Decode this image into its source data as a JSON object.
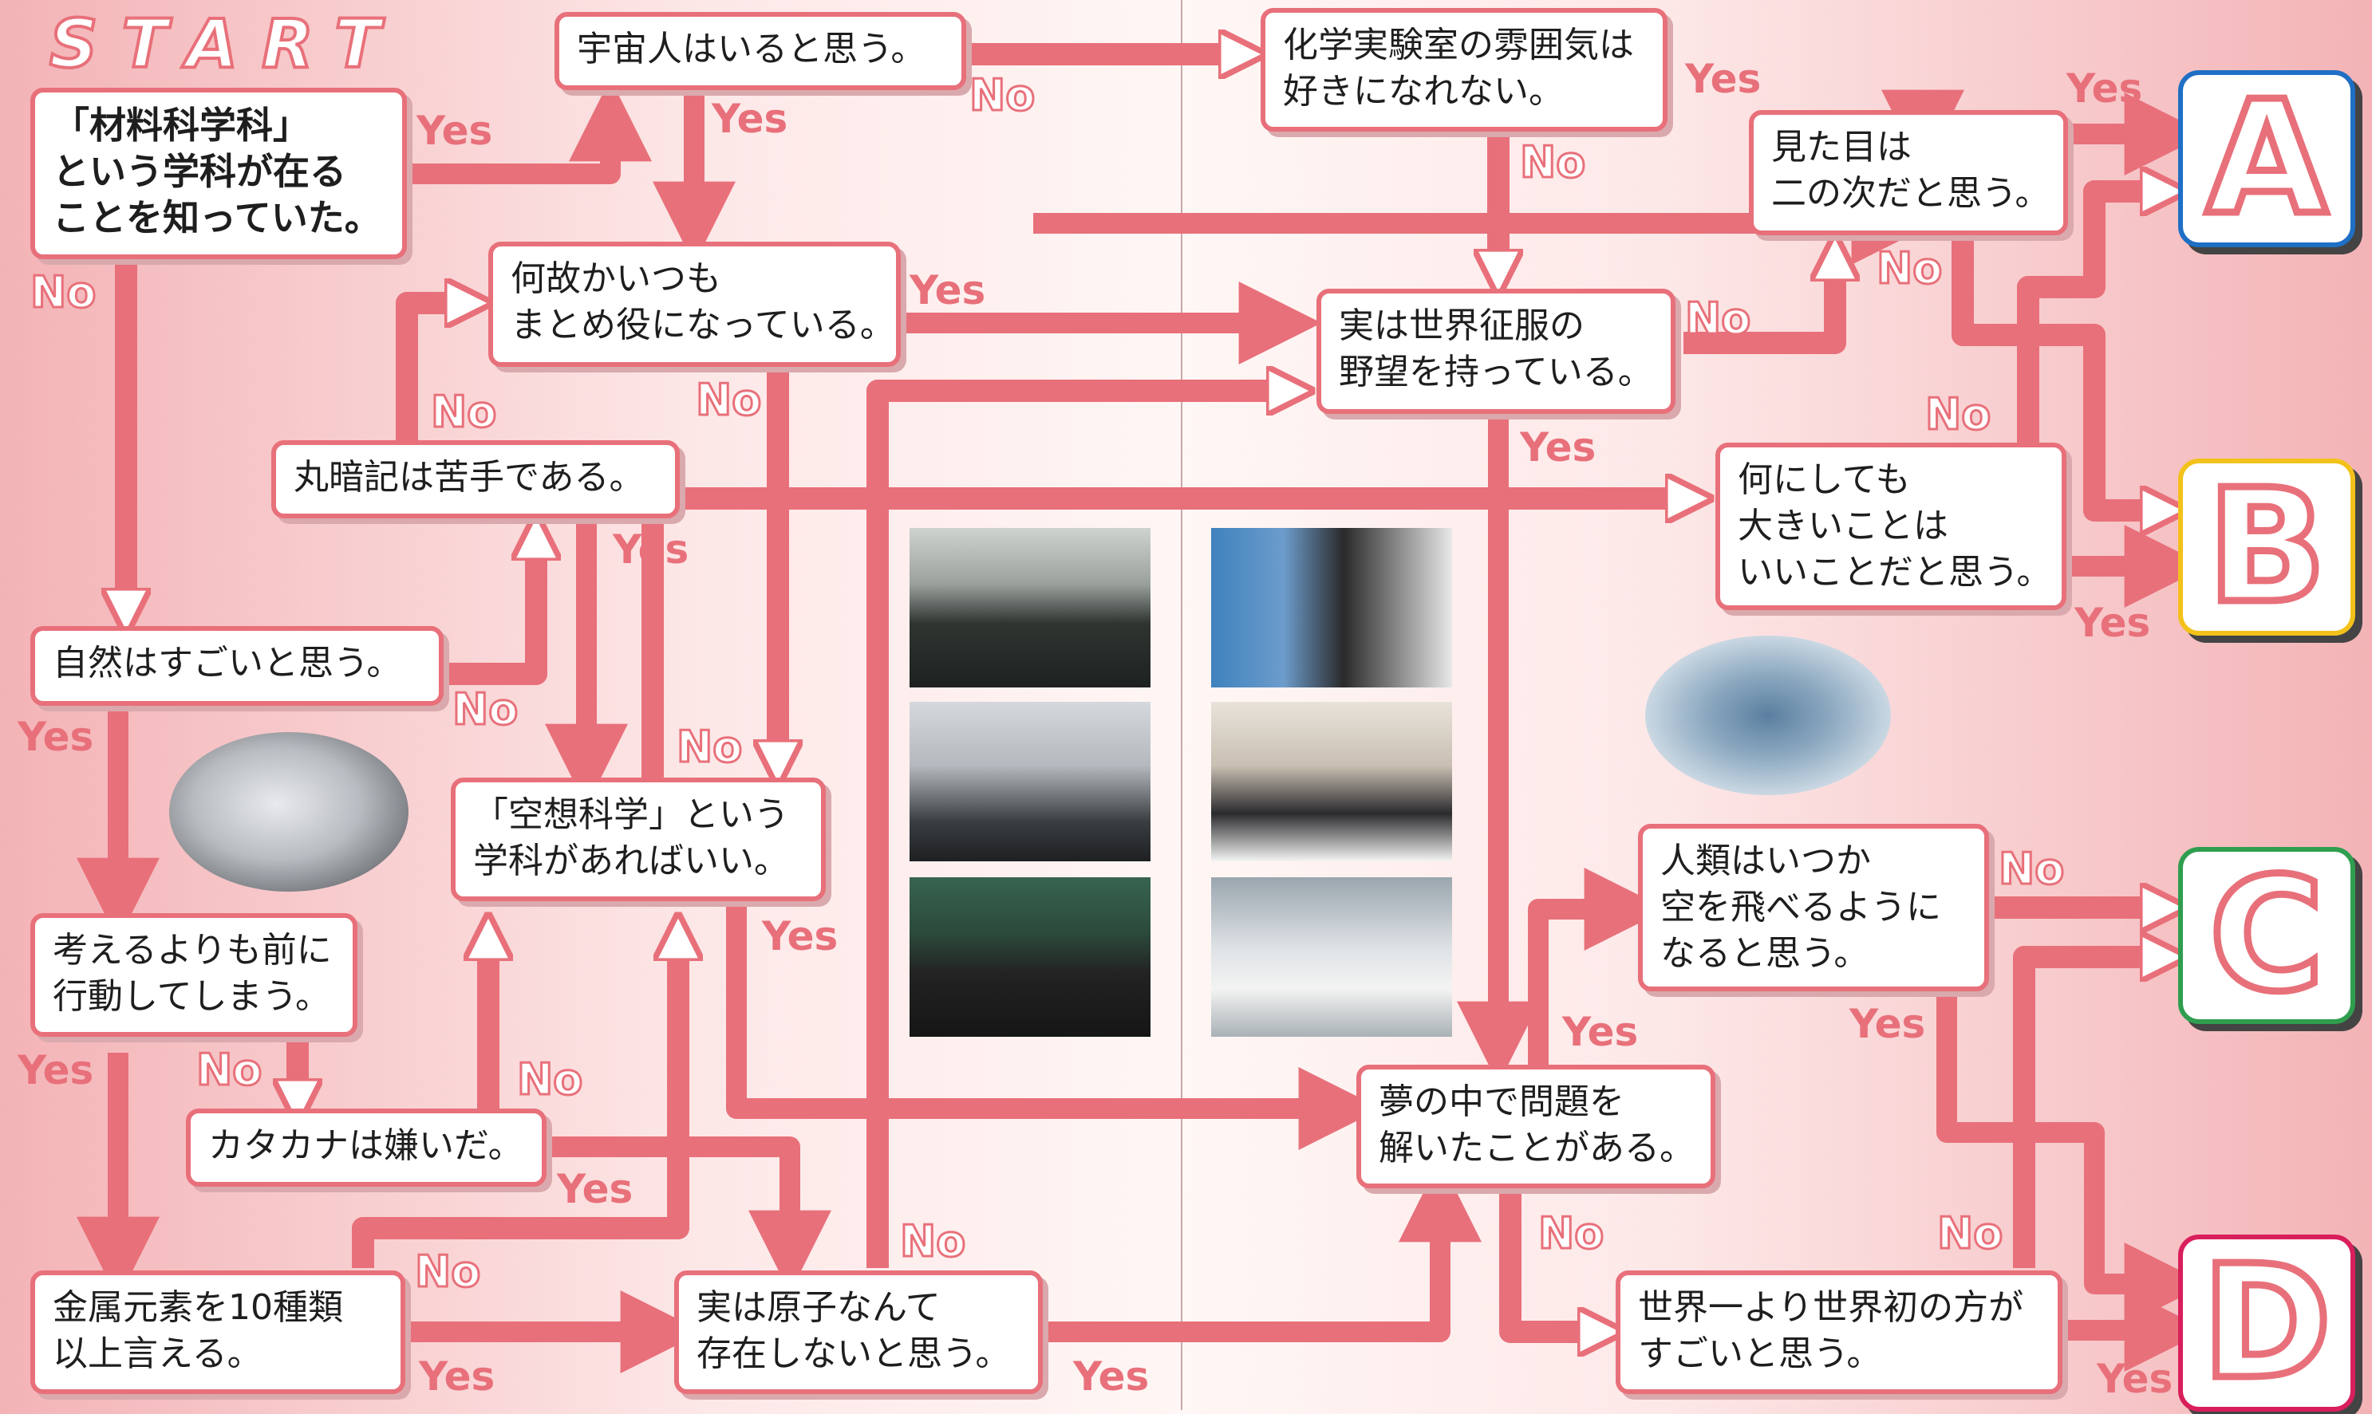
{
  "start_label": "START",
  "nodes": {
    "n_material": [
      "「材料科学科」",
      "という学科が在る",
      "ことを知っていた。"
    ],
    "n_alien": [
      "宇宙人はいると思う。"
    ],
    "n_chemlab": [
      "化学実験室の雰囲気は",
      "好きになれない。"
    ],
    "n_looks": [
      "見た目は",
      "二の次だと思う。"
    ],
    "n_leader": [
      "何故かいつも",
      "まとめ役になっている。"
    ],
    "n_conquest": [
      "実は世界征服の",
      "野望を持っている。"
    ],
    "n_memorize": [
      "丸暗記は苦手である。"
    ],
    "n_bigger": [
      "何にしても",
      "大きいことは",
      "いいことだと思う。"
    ],
    "n_nature": [
      "自然はすごいと思う。"
    ],
    "n_fantasy": [
      "「空想科学」という",
      "学科があればいい。"
    ],
    "n_act": [
      "考えるよりも前に",
      "行動してしまう。"
    ],
    "n_katakana": [
      "カタカナは嫌いだ。"
    ],
    "n_metal": [
      "金属元素を10種類",
      "以上言える。"
    ],
    "n_atom": [
      "実は原子なんて",
      "存在しないと思う。"
    ],
    "n_dream": [
      "夢の中で問題を",
      "解いたことがある。"
    ],
    "n_fly": [
      "人類はいつか",
      "空を飛べるように",
      "なると思う。"
    ],
    "n_first": [
      "世界一より世界初の方が",
      "すごいと思う。"
    ]
  },
  "labels": {
    "yes": "Yes",
    "no": "No"
  },
  "results": [
    {
      "letter": "A",
      "color": "#1f6fc4"
    },
    {
      "letter": "B",
      "color": "#f2c21b"
    },
    {
      "letter": "C",
      "color": "#2f9e4f"
    },
    {
      "letter": "D",
      "color": "#d81f5c"
    }
  ],
  "colors": {
    "accent": "#e8707a",
    "box_border": "#e8707a"
  }
}
